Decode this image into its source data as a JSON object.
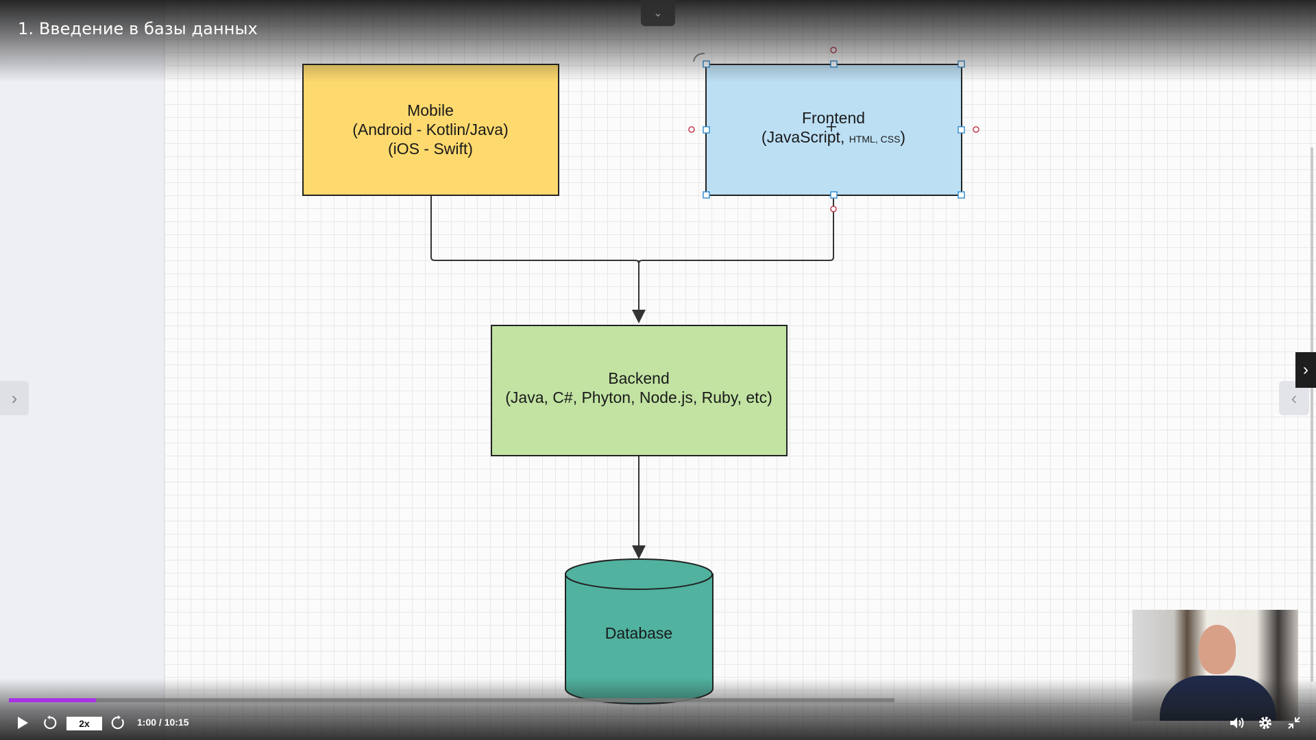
{
  "player": {
    "lesson_title": "1. Введение в базы данных",
    "speed": "2x",
    "timecode": "1:00 / 10:15",
    "progress_fraction": 0.098,
    "accent_color": "#a832e6"
  },
  "diagram": {
    "mobile": {
      "line1": "Mobile",
      "line2": "(Android - Kotlin/Java)",
      "line3": "(iOS - Swift)",
      "fill": "#fdd96e"
    },
    "frontend": {
      "line1": "Frontend",
      "line2_main": "(JavaScript, ",
      "line2_small": "HTML, CSS",
      "line2_end": ")",
      "fill": "#bcdff4"
    },
    "backend": {
      "line1": "Backend",
      "line2": "(Java, C#, Phyton, Node.js, Ruby, etc)",
      "fill": "#c2e3a2"
    },
    "database": {
      "label": "Database",
      "fill": "#50b29f"
    }
  },
  "icons": {
    "play": "play-icon",
    "rewind": "rewind-icon",
    "forward": "forward-icon",
    "volume": "volume-icon",
    "settings": "gear-icon",
    "fullscreen": "exit-fullscreen-icon",
    "next": "chevron-right-icon",
    "collapse": "chevron-down-icon"
  }
}
